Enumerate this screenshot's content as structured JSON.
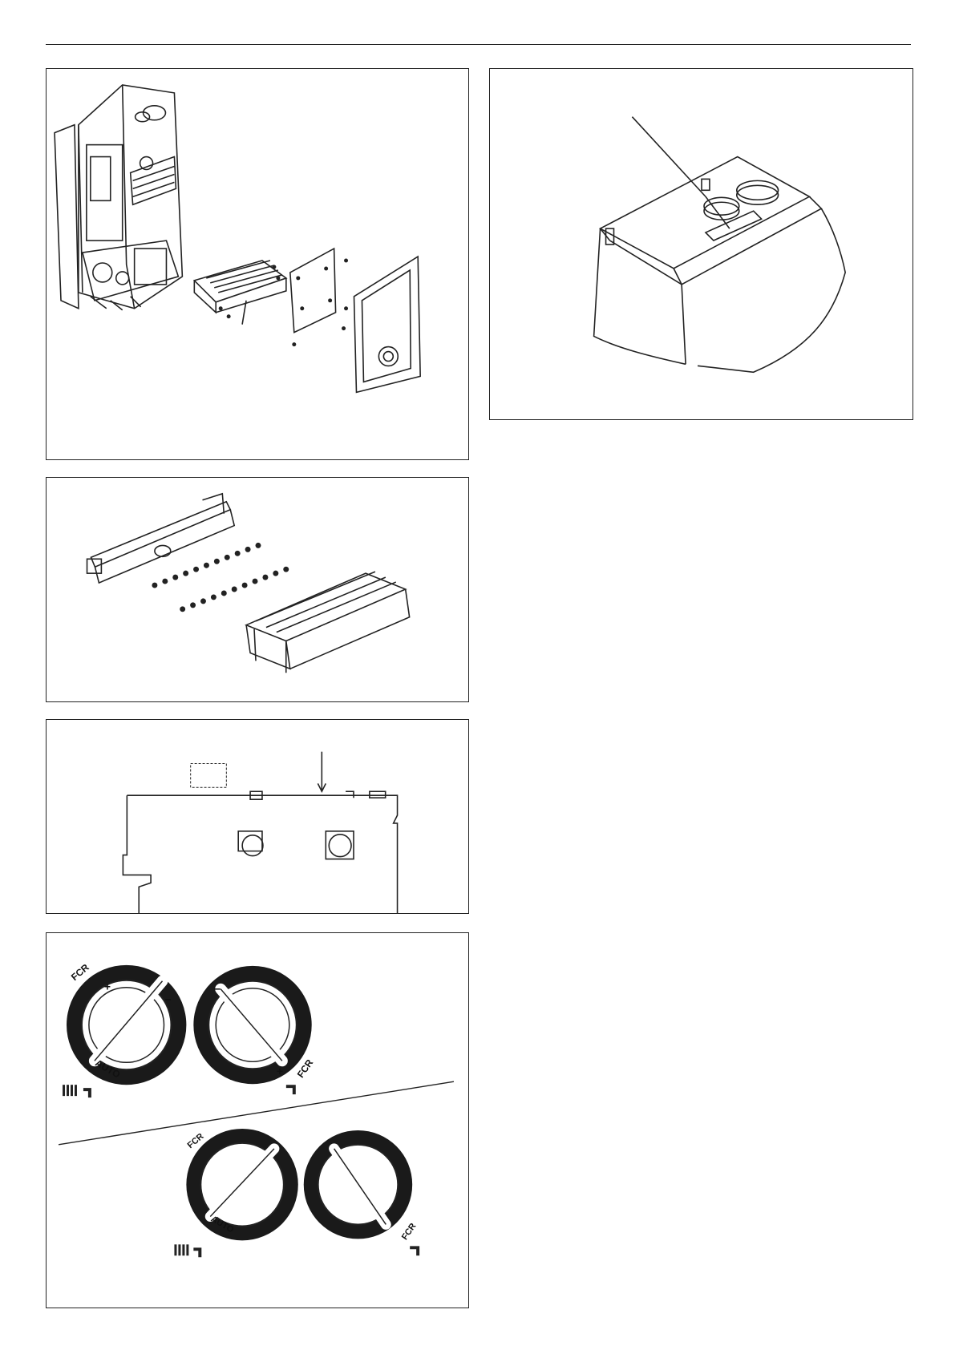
{
  "page": {
    "figures": [
      {
        "id": "fig-boiler-exploded"
      },
      {
        "id": "fig-flue-top"
      },
      {
        "id": "fig-burner-assembly"
      },
      {
        "id": "fig-control-pcb"
      },
      {
        "id": "fig-control-knobs"
      }
    ]
  },
  "knobs": {
    "fcr_label": "FCR",
    "auto_label": "AUTO",
    "plus_sign": "+",
    "minus_sign": "−"
  },
  "colors": {
    "line": "#222222",
    "knob_ring": "#1a1a1a",
    "paper": "#ffffff"
  }
}
